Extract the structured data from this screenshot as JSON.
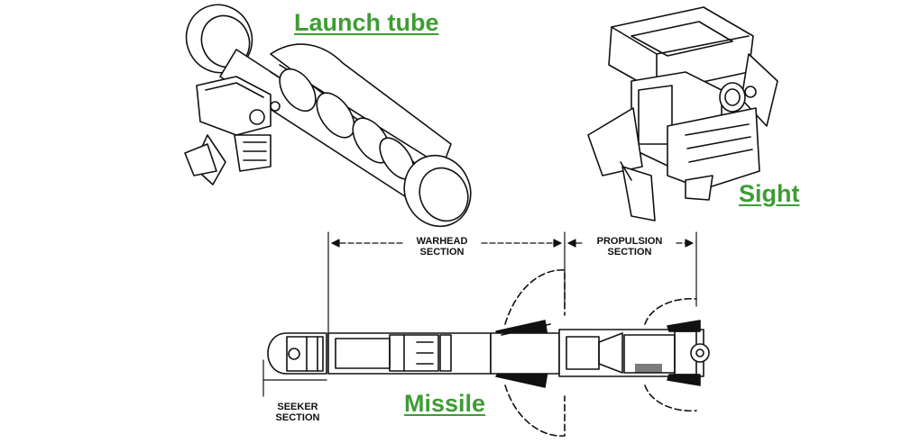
{
  "labels": {
    "launch_tube": "Launch tube",
    "sight": "Sight",
    "missile": "Missile"
  },
  "sections": {
    "warhead": [
      "WARHEAD",
      "SECTION"
    ],
    "propulsion": [
      "PROPULSION",
      "SECTION"
    ],
    "seeker": [
      "SEEKER",
      "SECTION"
    ]
  },
  "colors": {
    "label": "#3f9c35",
    "line": "#111111"
  }
}
